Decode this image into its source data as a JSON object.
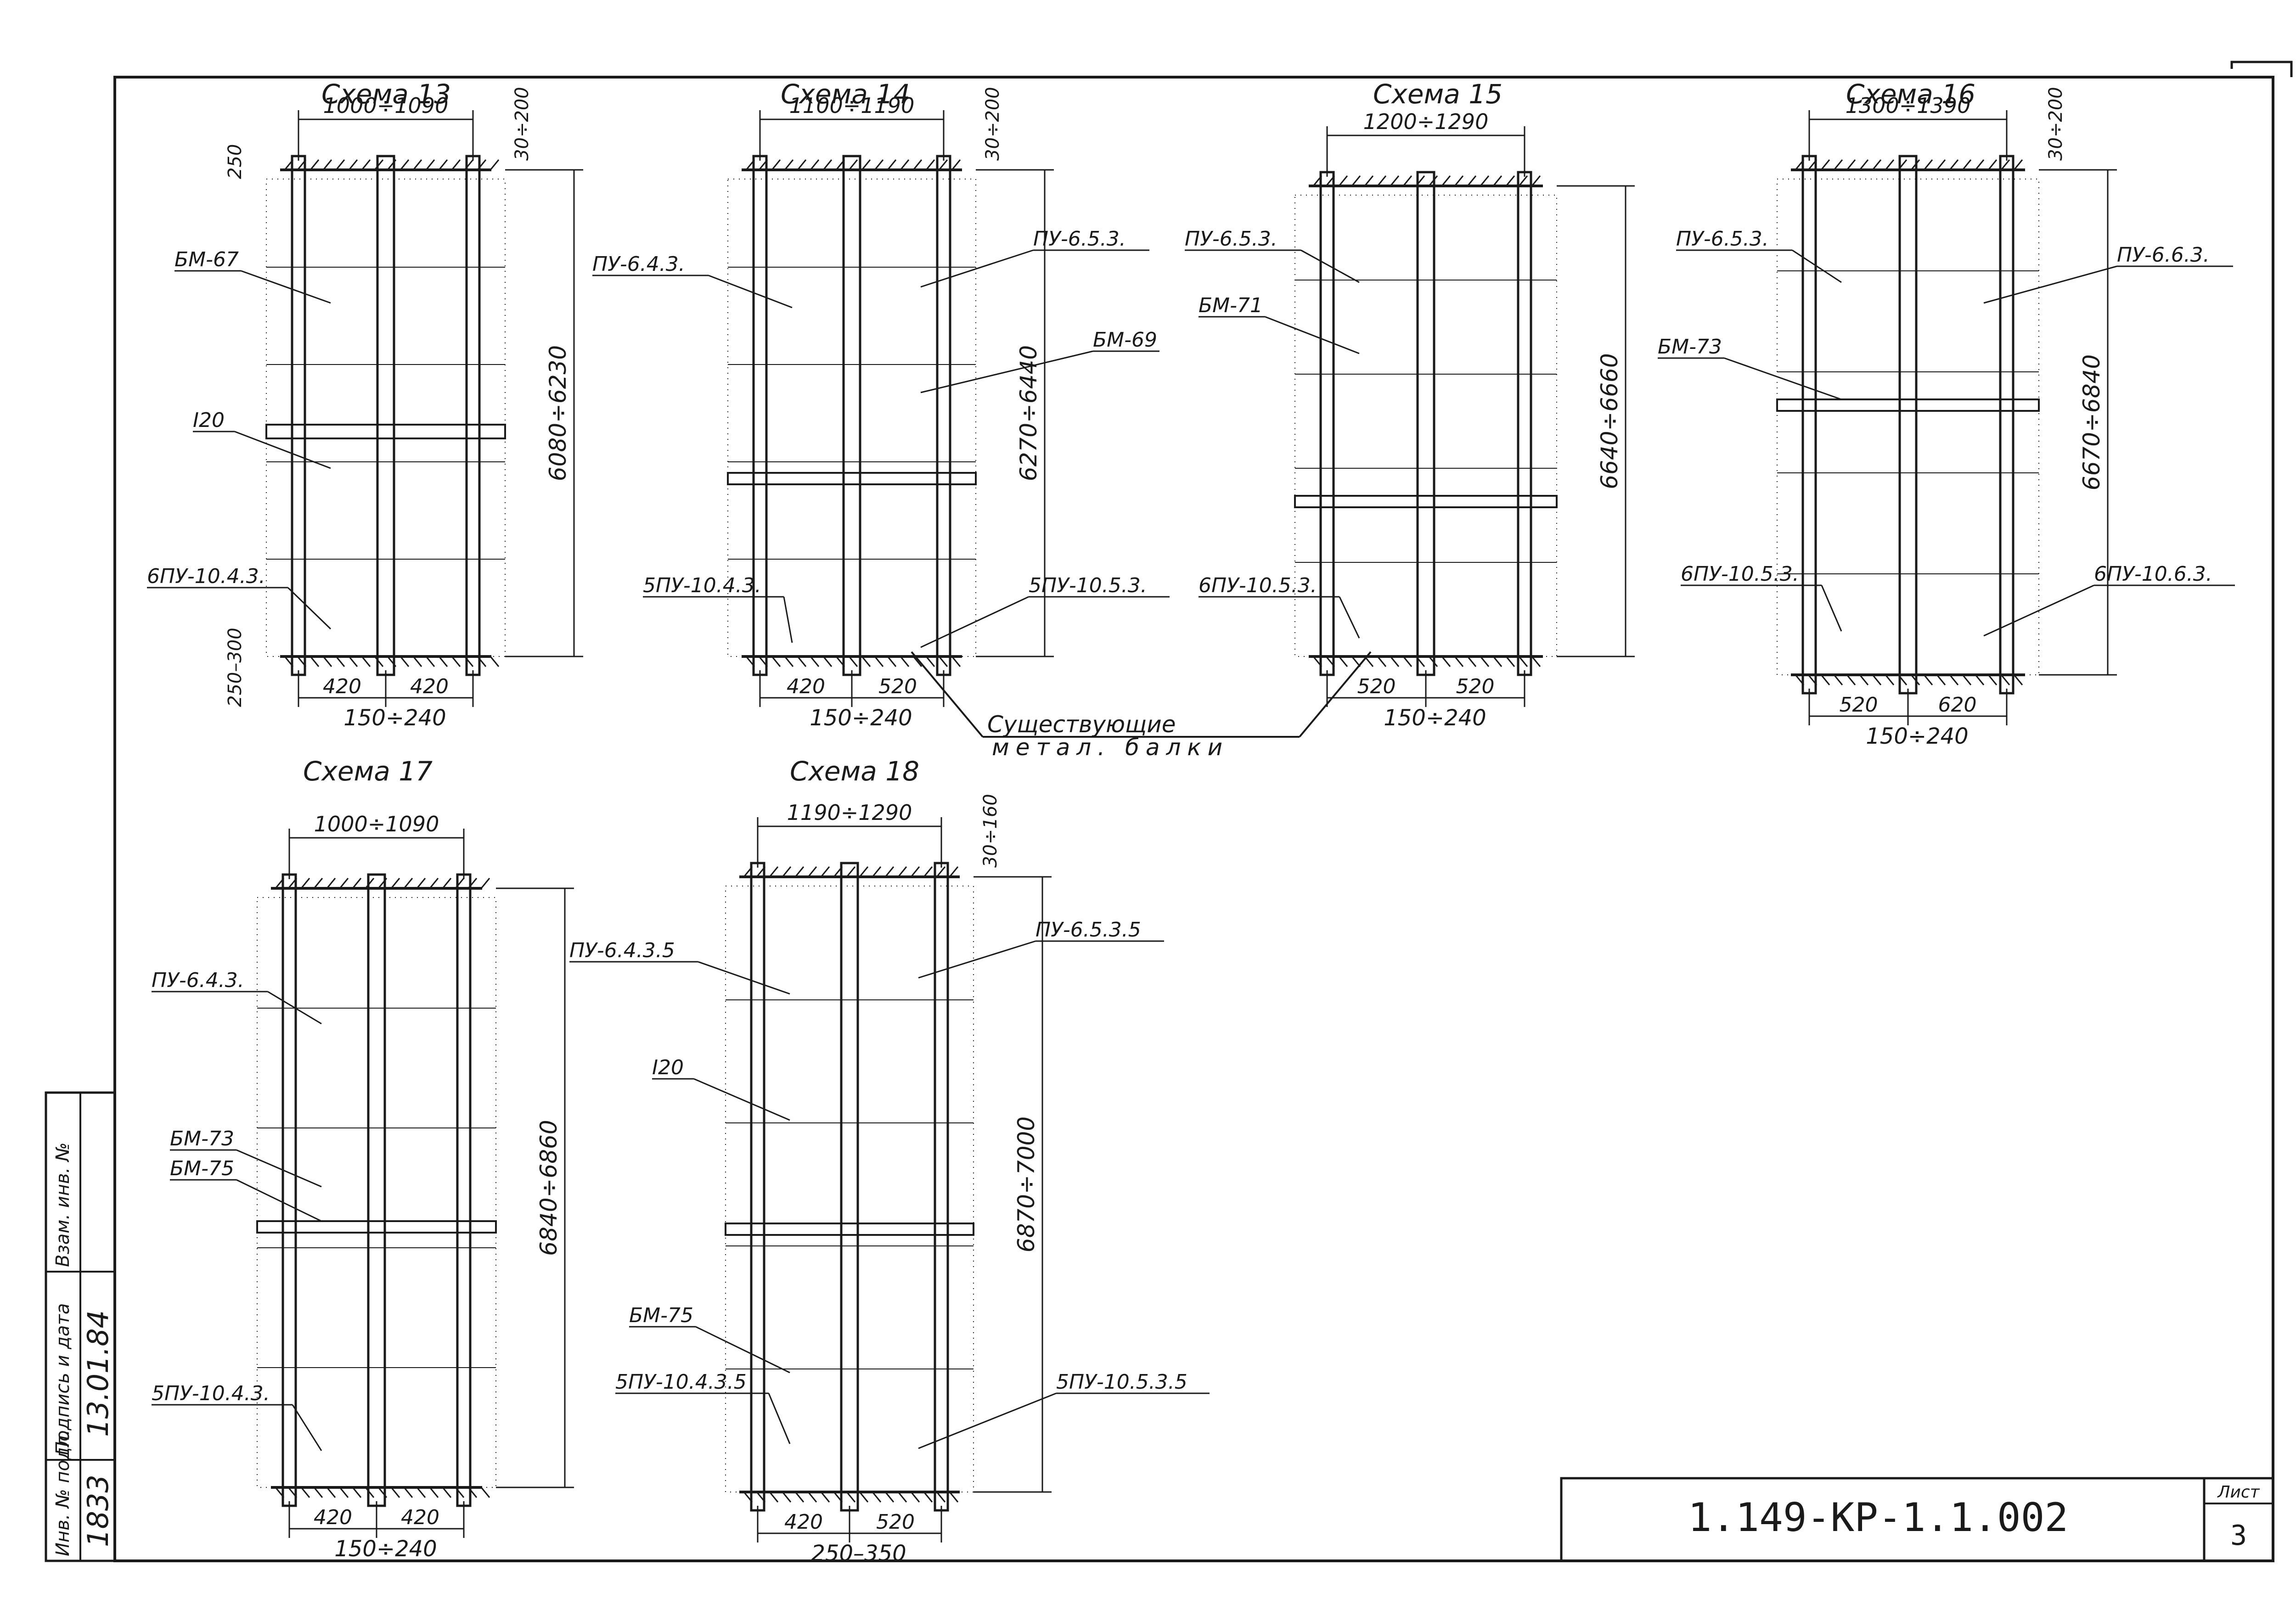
{
  "stamp": {
    "labels": [
      "Инв. № подл.",
      "Подпись и дата",
      "Взам. инв. №"
    ],
    "values": [
      "1833",
      "13.01.84",
      ""
    ]
  },
  "title_block": {
    "doc_code": "1.149-КР-1.1.002",
    "sheet_label": "Лист",
    "sheet_number": "3"
  },
  "common": {
    "existing_beams": [
      "Существующие",
      "метал. балки"
    ]
  },
  "schemes": [
    {
      "title": "Схема 13",
      "top_dim": "1000÷1090",
      "right_top": "30÷200",
      "height": "6080÷6230",
      "left_top": "250",
      "left_bottom": "250–300",
      "bottom_left": "420",
      "bottom_right": "420",
      "bottom_mid": "150÷240",
      "labels": [
        "БМ-67",
        "I20",
        "6ПУ-10.4.3."
      ]
    },
    {
      "title": "Схема 14",
      "top_dim": "1100÷1190",
      "right_top": "30÷200",
      "height": "6270÷6440",
      "bottom_left": "420",
      "bottom_right": "520",
      "bottom_mid": "150÷240",
      "labels": [
        "ПУ-6.4.3.",
        "ПУ-6.5.3.",
        "БМ-69",
        "5ПУ-10.4.3.",
        "5ПУ-10.5.3."
      ]
    },
    {
      "title": "Схема 15",
      "top_dim": "1200÷1290",
      "height": "6640÷6660",
      "bottom_left": "520",
      "bottom_right": "520",
      "bottom_mid": "150÷240",
      "labels": [
        "ПУ-6.5.3.",
        "БМ-71",
        "6ПУ-10.5.3."
      ]
    },
    {
      "title": "Схема 16",
      "top_dim": "1300÷1390",
      "right_top": "30÷200",
      "height": "6670÷6840",
      "bottom_left": "520",
      "bottom_right": "620",
      "bottom_mid": "150÷240",
      "labels": [
        "ПУ-6.5.3.",
        "ПУ-6.6.3.",
        "БМ-73",
        "6ПУ-10.5.3.",
        "6ПУ-10.6.3."
      ]
    },
    {
      "title": "Схема 17",
      "top_dim": "1000÷1090",
      "height": "6840÷6860",
      "bottom_left": "420",
      "bottom_right": "420",
      "bottom_mid": "150÷240",
      "labels": [
        "ПУ-6.4.3.",
        "БМ-73",
        "БМ-75",
        "5ПУ-10.4.3."
      ]
    },
    {
      "title": "Схема 18",
      "top_dim": "1190÷1290",
      "right_top": "30÷160",
      "height": "6870÷7000",
      "bottom_left": "420",
      "bottom_right": "520",
      "bottom_mid": "250–350",
      "labels": [
        "ПУ-6.4.3.5",
        "ПУ-6.5.3.5",
        "I20",
        "БМ-75",
        "5ПУ-10.4.3.5",
        "5ПУ-10.5.3.5"
      ]
    }
  ]
}
